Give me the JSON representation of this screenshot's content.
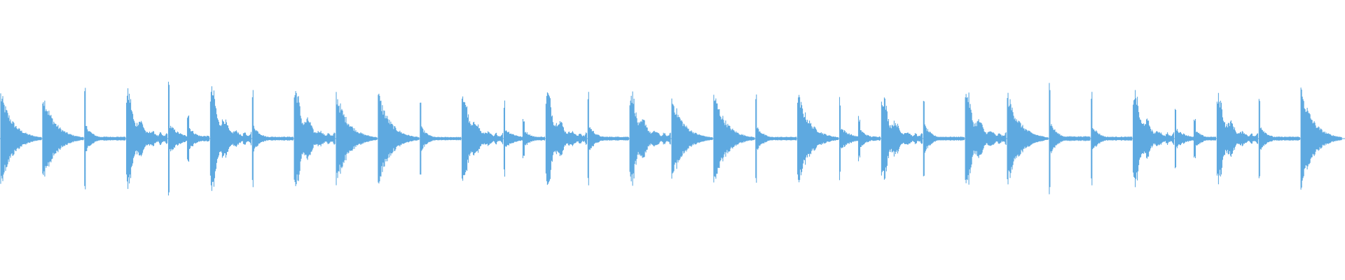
{
  "waveform": {
    "color": "#5ea9e0",
    "background": "#ffffff",
    "pattern": [
      {
        "peak": 0.33,
        "decay": "long",
        "shape": "decay"
      },
      {
        "peak": 0.33,
        "decay": "long",
        "shape": "decay"
      },
      {
        "peak": 0.33,
        "decay": "short",
        "shape": "spike"
      },
      {
        "peak": 0.36,
        "decay": "long",
        "shape": "decay-bumpy"
      },
      {
        "peak": 0.38,
        "decay": "short",
        "shape": "spike-double"
      },
      {
        "peak": 0.38,
        "decay": "long",
        "shape": "decay-bumpy"
      },
      {
        "peak": 0.33,
        "decay": "short",
        "shape": "spike"
      },
      {
        "peak": 0.38,
        "decay": "long",
        "shape": "decay-bumpy"
      },
      {
        "peak": 0.33,
        "decay": "long",
        "shape": "decay"
      },
      {
        "peak": 0.33,
        "decay": "long",
        "shape": "decay"
      },
      {
        "peak": 0.28,
        "decay": "short",
        "shape": "spike"
      },
      {
        "peak": 0.33,
        "decay": "long",
        "shape": "decay-bumpy"
      },
      {
        "peak": 0.26,
        "decay": "short",
        "shape": "spike-double"
      },
      {
        "peak": 0.36,
        "decay": "long",
        "shape": "decay-bumpy"
      },
      {
        "peak": 0.33,
        "decay": "short",
        "shape": "spike"
      },
      {
        "peak": 0.36,
        "decay": "long",
        "shape": "decay-bumpy"
      },
      {
        "peak": 0.3,
        "decay": "long",
        "shape": "decay"
      },
      {
        "peak": 0.33,
        "decay": "long",
        "shape": "decay"
      },
      {
        "peak": 0.3,
        "decay": "short",
        "shape": "spike"
      },
      {
        "peak": 0.33,
        "decay": "long",
        "shape": "decay"
      },
      {
        "peak": 0.3,
        "decay": "short",
        "shape": "spike-double"
      },
      {
        "peak": 0.33,
        "decay": "long",
        "shape": "decay-bumpy"
      },
      {
        "peak": 0.33,
        "decay": "short",
        "shape": "spike"
      },
      {
        "peak": 0.36,
        "decay": "long",
        "shape": "decay-bumpy"
      },
      {
        "peak": 0.33,
        "decay": "long",
        "shape": "decay"
      },
      {
        "peak": 0.4,
        "decay": "short",
        "shape": "spike"
      },
      {
        "peak": 0.33,
        "decay": "short",
        "shape": "spike"
      },
      {
        "peak": 0.36,
        "decay": "long",
        "shape": "decay-bumpy"
      },
      {
        "peak": 0.26,
        "decay": "short",
        "shape": "spike-double"
      },
      {
        "peak": 0.33,
        "decay": "long",
        "shape": "decay-bumpy"
      },
      {
        "peak": 0.33,
        "decay": "short",
        "shape": "spike"
      },
      {
        "peak": 0.36,
        "decay": "long",
        "shape": "decay"
      }
    ]
  }
}
